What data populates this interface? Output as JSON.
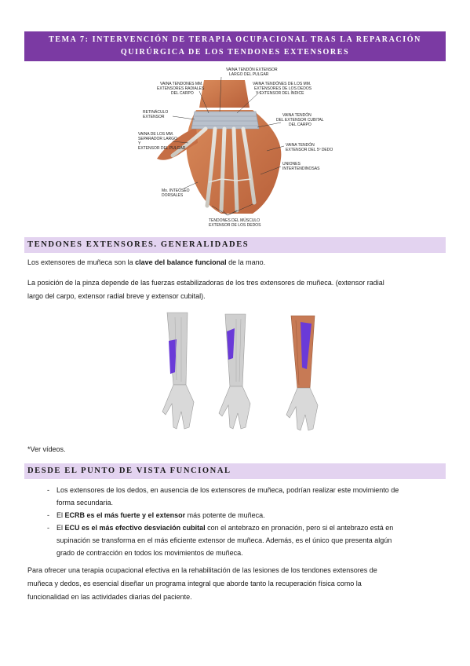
{
  "header": {
    "title_line1": "TEMA 7: INTERVENCIÓN DE TERAPIA OCUPACIONAL TRAS LA REPARACIÓN",
    "title_line2": "QUIRÚRGICA DE LOS TENDONES EXTENSORES"
  },
  "figure1": {
    "labels": {
      "l1a": "VAINA TENDÓN EXTENSOR",
      "l1b": "LARGO DEL PULGAR",
      "l2a": "VAINA TENDONES MM.",
      "l2b": "EXTENSORES RADIALES",
      "l2c": "DEL CARPO",
      "l3a": "VAINA TENDÓNES DE LOS MM.",
      "l3b": "EXTENSORES DE LOS DEDOS",
      "l3c": "Y EXTENSOR DEL ÍNDICE",
      "l4a": "RETINÁCULO",
      "l4b": "EXTENSOR",
      "l5a": "VAINA TENDÓN",
      "l5b": "DEL EXTENSOR CUBITAL",
      "l5c": "DEL CARPO",
      "l6a": "VAINA DE LOS MM.",
      "l6b": "SEPARADOR LARGO",
      "l6c": "Y",
      "l6d": "EXTENSOR DEL PULGAR",
      "l7a": "VAINA TENDÓN",
      "l7b": "EXTENSOR DEL 5º DEDO",
      "l8a": "UNIONES",
      "l8b": "INTERTENDINOSAS",
      "l9a": "Mo. INTEÓSEO",
      "l9b": "DORSALES",
      "l10a": "TENDONES DEL MÚSCULO",
      "l10b": "EXTENSOR DE LOS DEDOS"
    }
  },
  "section1": {
    "heading": "TENDONES EXTENSORES. GENERALIDADES",
    "p1_pre": "Los extensores de muñeca son la ",
    "p1_bold": "clave del balance funcional",
    "p1_post": " de la mano.",
    "p2_line1": "La posición de la pinza depende de las fuerzas estabilizadoras de los tres extensores de muñeca. (extensor radial",
    "p2_line2": "largo del carpo, extensor radial breve y extensor cubital)."
  },
  "note": "*Ver vídeos.",
  "section2": {
    "heading": "DESDE EL PUNTO DE VISTA FUNCIONAL",
    "dash": "-",
    "item1_line1": "Los extensores de los dedos, en ausencia de los extensores de muñeca, podrían realizar este movimiento de",
    "item1_line2": "forma secundaria.",
    "item2_pre": "El ",
    "item2_b1": "ECRB es el más fuerte y el extensor",
    "item2_post": " más potente de muñeca.",
    "item3_pre": "El ",
    "item3_b1": "ECU es el más efectivo desviación cubital",
    "item3_post1": " con el antebrazo en pronación, pero si el antebrazo está en",
    "item3_line2": "supinación se transforma en el más eficiente extensor de muñeca. Además, es el único que presenta algún",
    "item3_line3": "grado de contracción en todos los movimientos de muñeca.",
    "closing_line1": "Para ofrecer una terapia ocupacional efectiva en la rehabilitación de las lesiones de los tendones extensores de",
    "closing_line2": "muñeca y dedos, es esencial diseñar un programa integral que aborde tanto la recuperación física como la",
    "closing_line3": "funcionalidad en las actividades diarias del paciente."
  },
  "colors": {
    "title_bg": "#7b3aa3",
    "section_bg": "#e3d3f0",
    "highlight_muscle": "#6a3ad8"
  }
}
